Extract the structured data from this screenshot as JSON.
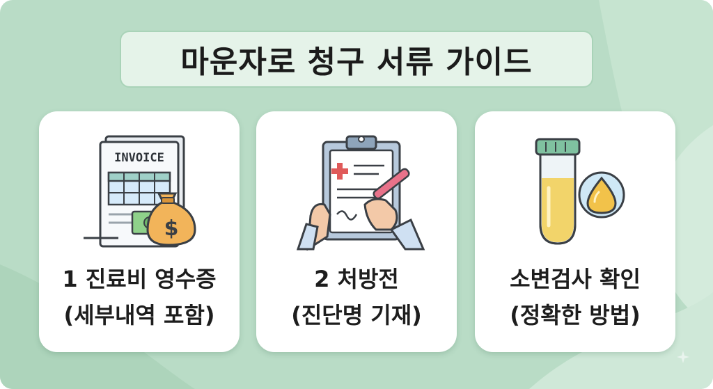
{
  "title": "마운자로 청구 서류 가이드",
  "cards": [
    {
      "line1": "1 진료비 영수증",
      "line2": "(세부내역 포함)",
      "icon": "invoice-money-icon",
      "invoice_text": "INVOICE",
      "money_symbol": "$"
    },
    {
      "line1": "2 처방전",
      "line2": "(진단명 기재)",
      "icon": "clipboard-prescription-icon"
    },
    {
      "line1": "소변검사 확인",
      "line2": "(정확한 방법)",
      "icon": "test-tube-drop-icon"
    }
  ],
  "colors": {
    "background": "#b9dcc6",
    "title_box": "#e5f3e9",
    "card": "#ffffff",
    "accent_green": "#7fc1a0",
    "accent_orange": "#e8a24a",
    "accent_red": "#e05a5a"
  }
}
